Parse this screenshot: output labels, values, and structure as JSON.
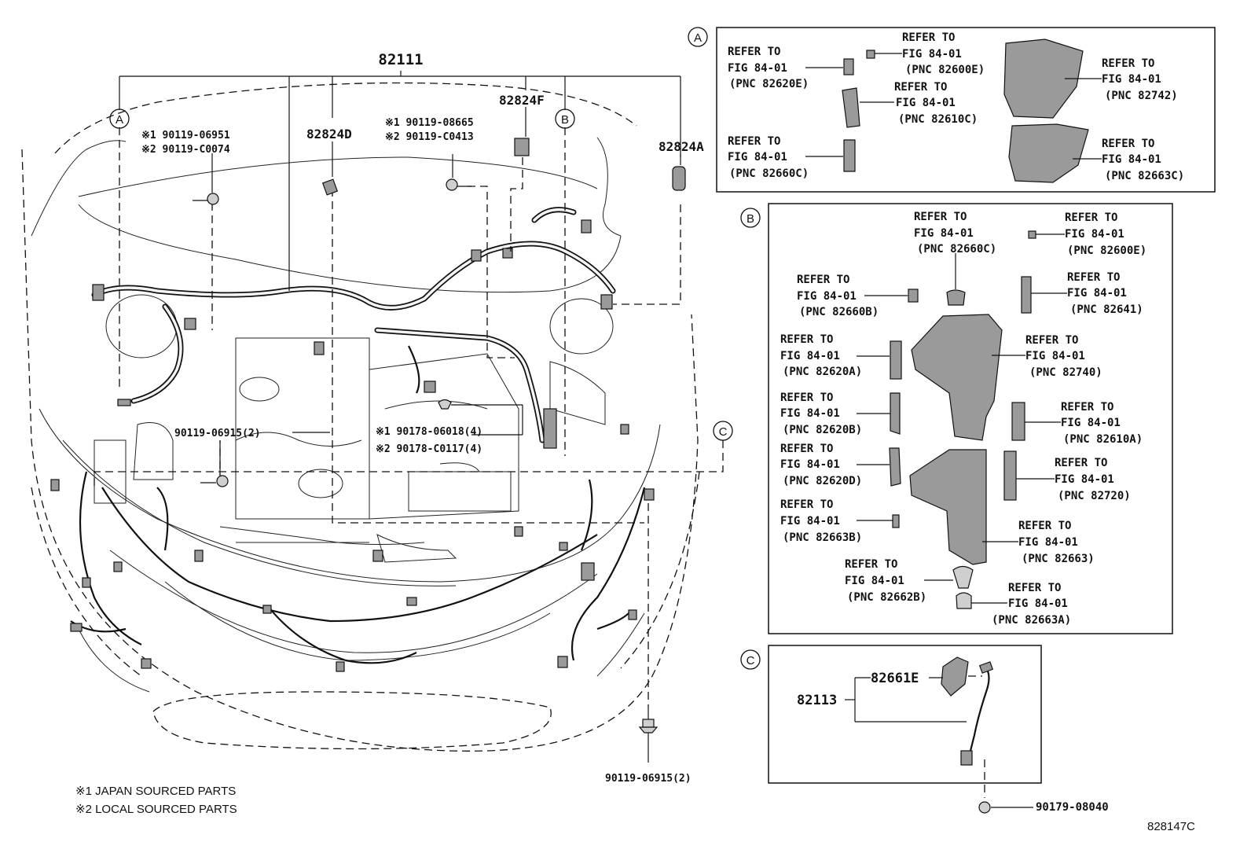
{
  "main": {
    "harness_pn": "82111",
    "parts": {
      "p82824D": "82824D",
      "p82824F": "82824F",
      "p82824A": "82824A"
    },
    "bolt1": {
      "j": "※1 90119-06951",
      "l": "※2 90119-C0074"
    },
    "bolt2": {
      "j": "※1 90119-08665",
      "l": "※2 90119-C0413"
    },
    "clip": {
      "j": "※1 90178-06018(4)",
      "l": "※2 90178-C0117(4)"
    },
    "bolt3": "90119-06915(2)",
    "bolt4": "90119-06915(2)",
    "callouts": {
      "A": "A",
      "B": "B",
      "C": "C"
    }
  },
  "footnotes": {
    "n1": "※1 JAPAN SOURCED PARTS",
    "n2": "※2 LOCAL SOURCED PARTS"
  },
  "diagram_id": "828147C",
  "ref_line1": "REFER TO",
  "ref_line2": "FIG 84-01",
  "box_a": {
    "label": "A",
    "refs": [
      "(PNC 82620E)",
      "(PNC 82600E)",
      "(PNC 82610C)",
      "(PNC 82742)",
      "(PNC 82660C)",
      "(PNC 82663C)"
    ]
  },
  "box_b": {
    "label": "B",
    "refs": [
      "(PNC 82660C)",
      "(PNC 82600E)",
      "(PNC 82660B)",
      "(PNC 82641)",
      "(PNC 82620A)",
      "(PNC 82740)",
      "(PNC 82620B)",
      "(PNC 82610A)",
      "(PNC 82620D)",
      "(PNC 82720)",
      "(PNC 82663B)",
      "(PNC 82663)",
      "(PNC 82662B)",
      "(PNC 82663A)"
    ]
  },
  "box_c": {
    "label": "C",
    "p82113": "82113",
    "p82661E": "82661E",
    "grommet": "90179-08040"
  }
}
